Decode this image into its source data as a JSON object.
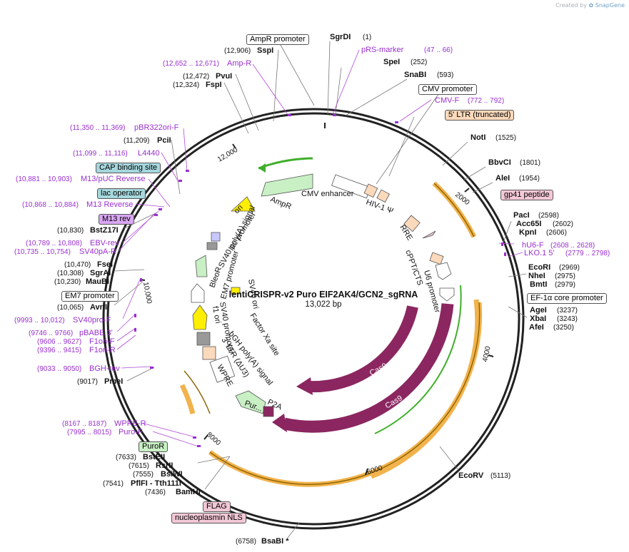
{
  "credit": {
    "prefix": "Created by",
    "brand": "SnapGene"
  },
  "plasmid": {
    "name": "lentiCRISPR-v2 Puro EIF2AK4/GCN2_sgRNA",
    "length_label": "13,022 bp",
    "length": 13022
  },
  "ticks": [
    "2000",
    "4000",
    "6000",
    "8000",
    "10,000",
    "12,000"
  ],
  "sites": [
    {
      "name": "SgrDI",
      "pos": "(1)"
    },
    {
      "name": "SpeI",
      "pos": "(252)"
    },
    {
      "name": "SnaBI",
      "pos": "(593)"
    },
    {
      "name": "NotI",
      "pos": "(1525)"
    },
    {
      "name": "BbvCI",
      "pos": "(1801)"
    },
    {
      "name": "AleI",
      "pos": "(1954)"
    },
    {
      "name": "PacI",
      "pos": "(2598)"
    },
    {
      "name": "Acc65I",
      "pos": "(2602)"
    },
    {
      "name": "KpnI",
      "pos": "(2606)"
    },
    {
      "name": "EcoRI",
      "pos": "(2969)"
    },
    {
      "name": "NheI",
      "pos": "(2975)"
    },
    {
      "name": "BmtI",
      "pos": "(2979)"
    },
    {
      "name": "AgeI",
      "pos": "(3237)"
    },
    {
      "name": "XbaI",
      "pos": "(3243)"
    },
    {
      "name": "AfeI",
      "pos": "(3250)"
    },
    {
      "name": "EcoRV",
      "pos": "(5113)"
    },
    {
      "name": "BsaBI *",
      "pos": "(6758)"
    },
    {
      "name": "BamHI",
      "pos": "(7436)"
    },
    {
      "name": "PflFI - Tth111I",
      "pos": "(7541)"
    },
    {
      "name": "BsiWI",
      "pos": "(7555)"
    },
    {
      "name": "RsrII",
      "pos": "(7615)"
    },
    {
      "name": "BstEII",
      "pos": "(7633)"
    },
    {
      "name": "PmeI",
      "pos": "(9017)"
    },
    {
      "name": "AvrII",
      "pos": "(10,065)"
    },
    {
      "name": "MauBI",
      "pos": "(10,230)"
    },
    {
      "name": "SgrAI",
      "pos": "(10,308)"
    },
    {
      "name": "FseI",
      "pos": "(10,470)"
    },
    {
      "name": "BstZ17I",
      "pos": "(10,830)"
    },
    {
      "name": "PciI",
      "pos": "(11,209)"
    },
    {
      "name": "FspI",
      "pos": "(12,324)"
    },
    {
      "name": "PvuI",
      "pos": "(12,472)"
    },
    {
      "name": "SspI",
      "pos": "(12,906)"
    }
  ],
  "primers": [
    {
      "name": "pRS-marker",
      "pos": "(47 .. 66)"
    },
    {
      "name": "CMV-F",
      "pos": "(772 .. 792)"
    },
    {
      "name": "hU6-F",
      "pos": "(2608 .. 2628)"
    },
    {
      "name": "LKO.1 5'",
      "pos": "(2779 .. 2798)"
    },
    {
      "name": "Amp-R",
      "pos": "(12,652 .. 12,671)"
    },
    {
      "name": "pBR322ori-F",
      "pos": "(11,350 .. 11,369)"
    },
    {
      "name": "L4440",
      "pos": "(11,099 .. 11,116)"
    },
    {
      "name": "M13/pUC Reverse",
      "pos": "(10,881 .. 10,903)"
    },
    {
      "name": "M13 Reverse",
      "pos": "(10,868 .. 10,884)"
    },
    {
      "name": "EBV-rev",
      "pos": "(10,789 .. 10,808)"
    },
    {
      "name": "SV40pA-R",
      "pos": "(10,735 .. 10,754)"
    },
    {
      "name": "SV40pro-F",
      "pos": "(9993 .. 10,012)"
    },
    {
      "name": "pBABE 3'",
      "pos": "(9746 .. 9766)"
    },
    {
      "name": "F1ori-F",
      "pos": "(9606 .. 9627)"
    },
    {
      "name": "F1ori-R",
      "pos": "(9396 .. 9415)"
    },
    {
      "name": "BGH-rev",
      "pos": "(9033 .. 9050)"
    },
    {
      "name": "WPRE-R",
      "pos": "(8167 .. 8187)"
    },
    {
      "name": "Puro-F",
      "pos": "(7995 .. 8015)"
    }
  ],
  "boxed_labels": [
    {
      "text": "AmpR promoter",
      "style": "white"
    },
    {
      "text": "CMV promoter",
      "style": "white"
    },
    {
      "text": "5' LTR (truncated)",
      "style": "peach"
    },
    {
      "text": "gp41 peptide",
      "style": "pink"
    },
    {
      "text": "EF-1α core promoter",
      "style": "white"
    },
    {
      "text": "CAP binding site",
      "style": "teal"
    },
    {
      "text": "lac operator",
      "style": "teal"
    },
    {
      "text": "M13 rev",
      "style": "purple"
    },
    {
      "text": "EM7 promoter",
      "style": "white"
    },
    {
      "text": "PuroR",
      "style": "green"
    },
    {
      "text": "FLAG",
      "style": "pink"
    },
    {
      "text": "nucleoplasmin NLS",
      "style": "pink"
    }
  ],
  "inner_labels": [
    "CMV enhancer",
    "HIV-1 Ψ",
    "RRE",
    "cPPT/CTS",
    "U6 promoter",
    "AmpR",
    "ori",
    "lac promoter",
    "SV40 poly(A) signal",
    "BleoR",
    "EM7 promoter",
    "SV40 ori",
    "SV40 promoter",
    "f1 ori",
    "Factor Xa site",
    "bGH poly(A) signal",
    "3' LTR (ΔU3)",
    "WPRE",
    "P2A",
    "Pur..."
  ],
  "arc_labels": [
    "Cas9",
    "Cas9"
  ],
  "colors": {
    "backbone": "#222222",
    "cas9": "#8b2660",
    "orf_green": "#c8f0c4",
    "promoter_white": "#ffffff",
    "yellow": "#ffee00",
    "gray": "#999999",
    "peach": "#fbd9bb",
    "pink_feature": "#f3c8d6",
    "primer": "#9a2fd0",
    "orange_band": "#f2b24c",
    "green_line": "#3fae2a"
  }
}
